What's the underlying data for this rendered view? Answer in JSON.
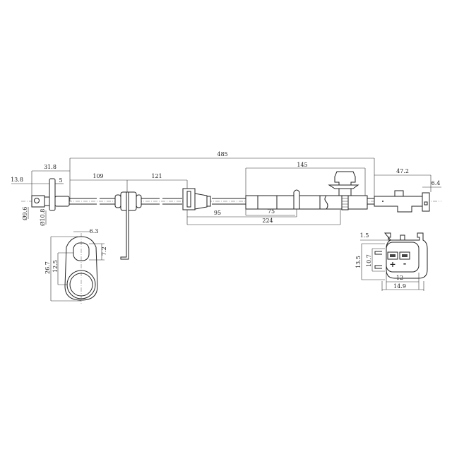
{
  "drawing": {
    "dimensions": {
      "overall_length": "485",
      "sensor_flange_offset": "31.8",
      "sensor_tip": "13.8",
      "flange_thickness": "5",
      "grommet1_distance": "109",
      "grommet2_distance": "121",
      "sleeve_length": "145",
      "connector_length": "47.2",
      "connector_tab": "6.4",
      "sensor_diameter_small": "Ø9.6",
      "sensor_diameter_large": "Ø10.8",
      "grommet2_to_clip1": "95",
      "sleeve_to_clip1": "75",
      "grommet2_to_clip2": "224",
      "flange_hole_width": "6.3",
      "flange_hole_height": "7.2",
      "flange_hole_spacing": "12.5",
      "flange_height": "26.7",
      "connector_latch": "1.5",
      "connector_height_outer": "13.5",
      "connector_height_inner": "10.7",
      "connector_width_inner": "12",
      "connector_width_outer": "14.9"
    },
    "pin_labels": {
      "positive": "+",
      "negative": "-"
    }
  }
}
